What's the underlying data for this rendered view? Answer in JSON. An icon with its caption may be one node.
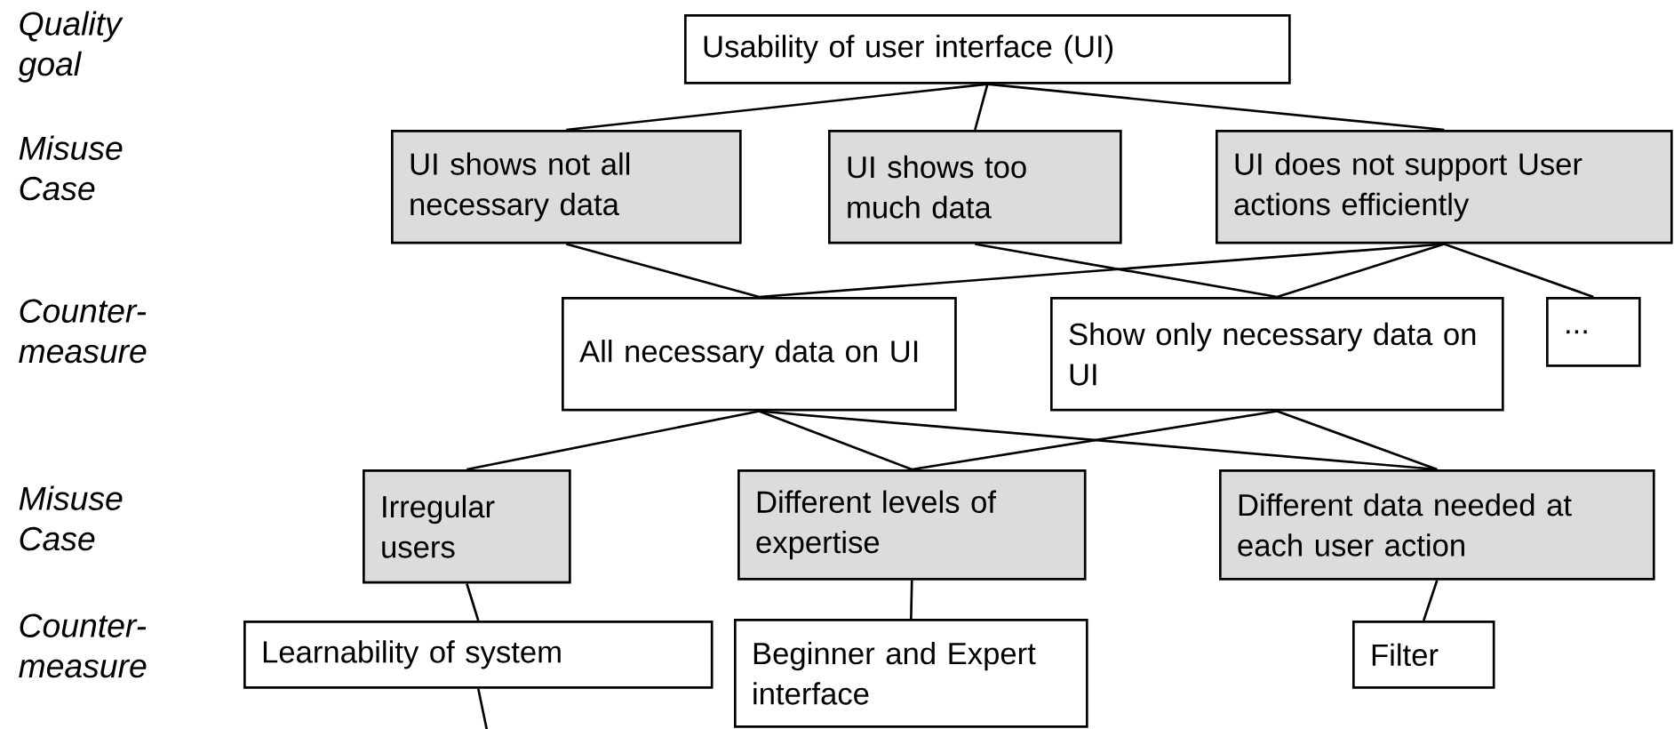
{
  "diagram": {
    "nodes": [
      {
        "text": [
          "Usability of user interface (UI)"
        ]
      },
      {
        "text": [
          "UI shows not all necessary data"
        ]
      },
      {
        "text": [
          "UI shows too much data"
        ]
      },
      {
        "text": [
          "UI does not support User actions efficiently"
        ]
      },
      {
        "text": [
          "All necessary data on UI"
        ]
      },
      {
        "text": [
          "Show only necessary data on UI"
        ]
      },
      {
        "text": [
          "..."
        ]
      },
      {
        "text": [
          "Irregular users"
        ]
      },
      {
        "text": [
          "Different levels of expertise"
        ]
      },
      {
        "text": [
          "Different data needed at each user action"
        ]
      },
      {
        "text": [
          "Learnability of system"
        ]
      },
      {
        "text": [
          "Beginner and Expert interface"
        ]
      },
      {
        "text": [
          "Filter"
        ]
      }
    ],
    "edges": [
      {
        "from": 0,
        "to": 1,
        "arrow": "none"
      },
      {
        "from": 0,
        "to": 2,
        "arrow": "none"
      },
      {
        "from": 0,
        "to": 3,
        "arrow": "none"
      },
      {
        "from": 1,
        "to": 4,
        "arrow": "none"
      },
      {
        "from": 2,
        "to": 5,
        "arrow": "none"
      },
      {
        "from": 3,
        "to": 4,
        "arrow": "none"
      },
      {
        "from": 3,
        "to": 5,
        "arrow": "none"
      },
      {
        "from": 3,
        "to": 6,
        "arrow": "none"
      },
      {
        "from": 4,
        "to": 7,
        "arrow": "none"
      },
      {
        "from": 4,
        "to": 8,
        "arrow": "none"
      },
      {
        "from": 4,
        "to": 9,
        "arrow": "none"
      },
      {
        "from": 5,
        "to": 8,
        "arrow": "none"
      },
      {
        "from": 5,
        "to": 9,
        "arrow": "none"
      },
      {
        "from": 7,
        "to": 10,
        "arrow": "none"
      },
      {
        "from": 8,
        "to": 11,
        "arrow": "none"
      },
      {
        "from": 9,
        "to": 12,
        "arrow": "none"
      },
      {
        "from": 10,
        "to": null,
        "arrow": "none"
      }
    ],
    "labels": [
      "Quality goal",
      "Misuse Case",
      "Counter- measure",
      "Misuse Case",
      "Counter- measure"
    ]
  }
}
